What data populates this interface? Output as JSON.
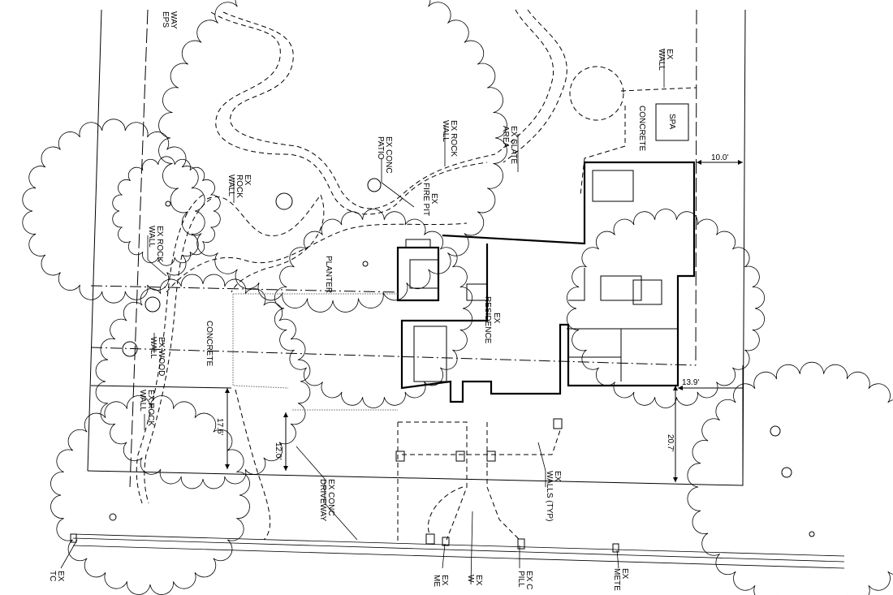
{
  "drawing": {
    "labels": {
      "top_partial": [
        "WAY",
        "EPS"
      ],
      "ex_wall": [
        "EX",
        "WALL"
      ],
      "spa": "SPA",
      "concrete_spa": "CONCRETE",
      "ex_slate_area": [
        "EX SLATE",
        "AREA"
      ],
      "ex_rock_wall_1": [
        "EX ROCK",
        "WALL"
      ],
      "ex_conc_patio": [
        "EX CONC",
        "PATIO"
      ],
      "ex_fire_pit": [
        "EX",
        "FIRE PIT"
      ],
      "ex_rock_wall_2": [
        "EX",
        "ROCK",
        "WALL"
      ],
      "ex_rock_wall_3": [
        "EX ROCK",
        "WALL"
      ],
      "planter": "PLANTER",
      "ex_residence": [
        "EX",
        "RESIDENCE"
      ],
      "concrete_front": "CONCRETE",
      "ex_wood_wall": [
        "EX WOOD",
        "WALL"
      ],
      "ex_rock_wall_4": [
        "EX ROCK",
        "WALL"
      ],
      "ex_conc_driveway": [
        "EX CONC",
        "DRIVEWAY"
      ],
      "ex_walls_typ": [
        "EX",
        "WALLS (TYP)"
      ],
      "ex_tc": [
        "EX",
        "TC"
      ],
      "ex_me": [
        "EX",
        "ME"
      ],
      "ex_w": [
        "EX",
        "W"
      ],
      "ex_pill": [
        "EX C",
        "PILL"
      ],
      "ex_mete": [
        "EX",
        "METE"
      ]
    },
    "dimensions": {
      "rear_setback": "10.0'",
      "side_setback": "13.9'",
      "front_17": "17.6'",
      "front_12": "12.0'",
      "front_20": "20.7'"
    }
  }
}
